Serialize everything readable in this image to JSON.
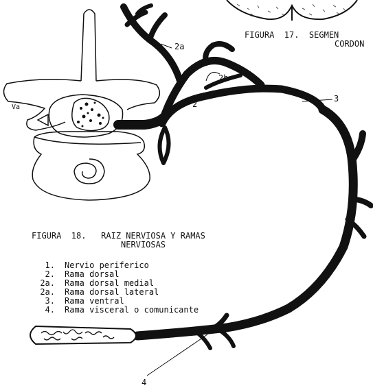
{
  "figure17": {
    "title_line1": "FIGURA  17.  SEGMEN",
    "title_line2": "CORDON"
  },
  "figure18": {
    "title_line1": "FIGURA  18.   RAIZ NERVIOSA Y RAMAS",
    "title_line2": "NERVIOSAS"
  },
  "callouts": {
    "c2a": "2a",
    "c2b": "2b",
    "c2": "2",
    "c3": "3",
    "c4": "4",
    "vertebra_mark": "Va"
  },
  "legend": [
    {
      "num": "1.",
      "label": "Nervio periferico"
    },
    {
      "num": "2.",
      "label": "Rama dorsal"
    },
    {
      "num": "2a.",
      "label": "Rama dorsal medial"
    },
    {
      "num": "2a.",
      "label": "Rama dorsal lateral"
    },
    {
      "num": "3.",
      "label": "Rama ventral"
    },
    {
      "num": "4.",
      "label": "Rama visceral o comunicante"
    }
  ],
  "colors": {
    "ink": "#111111",
    "paper": "#ffffff"
  }
}
